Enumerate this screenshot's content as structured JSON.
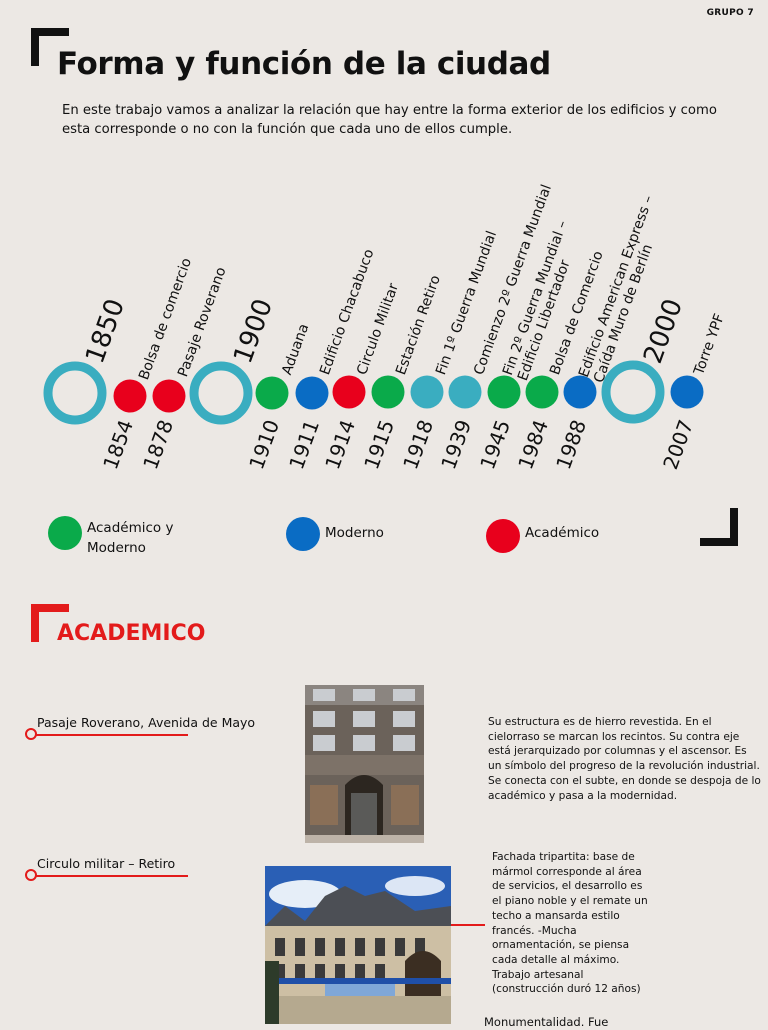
{
  "header": {
    "group": "GRUPO 7",
    "title": "Forma y función de la ciudad",
    "intro": "En este trabajo vamos a analizar la relación que hay entre la forma exterior de los edificios y como esta corresponde o no con la función que cada uno de ellos cumple."
  },
  "timeline": {
    "decades": [
      "1850",
      "1900",
      "2000"
    ],
    "events": [
      {
        "label": "Bolsa de comercio",
        "year": "1854",
        "category": "academico"
      },
      {
        "label": "Pasaje Roverano",
        "year": "1878",
        "category": "academico"
      },
      {
        "label": "Aduana",
        "year": "1910",
        "category": "academico-moderno"
      },
      {
        "label": "Edificio Chacabuco",
        "year": "1911",
        "category": "moderno"
      },
      {
        "label": "Circulo Militar",
        "year": "1914",
        "category": "academico"
      },
      {
        "label": "Estación Retiro",
        "year": "1915",
        "category": "academico-moderno"
      },
      {
        "label": "Fin 1º Guerra Mundial",
        "year": "1918",
        "category": "evento"
      },
      {
        "label": "Comienzo 2º Guerra Mundial",
        "year": "1939",
        "category": "evento"
      },
      {
        "label": "Fin 2º Guerra Mundial – Edificio Libertador",
        "year": "1945",
        "category": "academico-moderno"
      },
      {
        "label": "Bolsa de Comercio",
        "year": "1984",
        "category": "academico-moderno"
      },
      {
        "label": "Edificio American Express – Caída Muro de Berlín",
        "year": "1988",
        "category": "moderno"
      },
      {
        "label": "Torre YPF",
        "year": "2007",
        "category": "moderno"
      }
    ]
  },
  "colors": {
    "academico": "#e8001c",
    "moderno": "#0a6cc4",
    "academico_moderno": "#0aaa4a",
    "evento": "#3aadc0",
    "ring": "#3aadc0"
  },
  "legend": {
    "academico_moderno": "Académico y Moderno",
    "moderno": "Moderno",
    "academico": "Académico"
  },
  "section": {
    "title": "ACADEMICO",
    "buildings": [
      {
        "name": "Pasaje Roverano, Avenida de Mayo",
        "description": "Su estructura es de hierro revestida. En el cielorraso se marcan los recintos. Su contra eje está jerarquizado por columnas y el ascensor. Es un símbolo del progreso de la revolución industrial. Se conecta con el subte, en donde se despoja de lo académico y pasa a la modernidad."
      },
      {
        "name": "Circulo militar – Retiro",
        "description": "Fachada tripartita: base de mármol corresponde al área de servicios, el desarrollo es el piano noble y el remate un techo a mansarda estilo francés. -Mucha ornamentación, se piensa cada detalle al máximo. Trabajo artesanal (construcción duró 12 años)",
        "extra": "Monumentalidad. Fue"
      }
    ]
  }
}
